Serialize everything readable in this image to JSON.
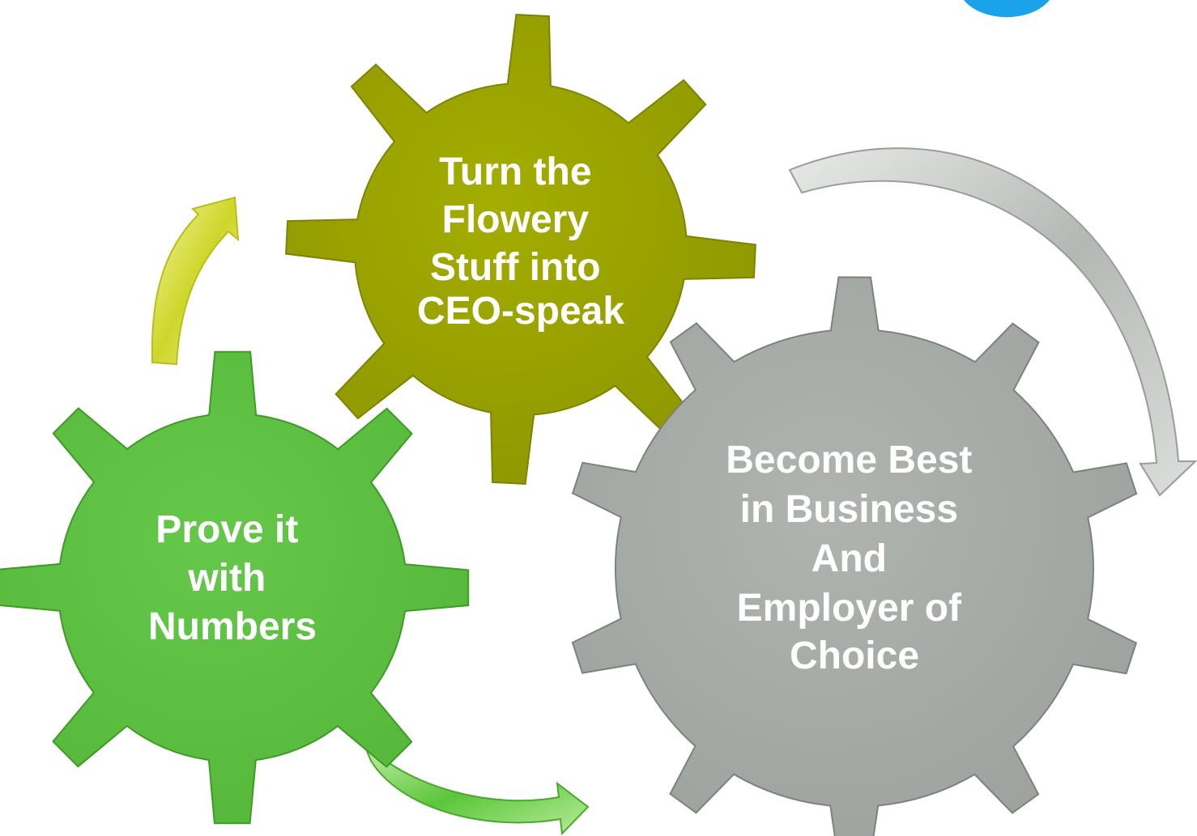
{
  "gears": {
    "olive": {
      "lines": [
        "Turn the",
        "Flowery",
        "Stuff into",
        "CEO-speak"
      ],
      "color": "#9aa300"
    },
    "green": {
      "lines": [
        "Prove it",
        "with",
        "Numbers"
      ],
      "color": "#5dc23f"
    },
    "gray": {
      "lines": [
        "Become Best",
        "in Business",
        "And",
        "Employer of",
        "Choice"
      ],
      "color": "#aaaeaa"
    }
  },
  "arrows": {
    "green_to_olive": {
      "color": "#d9e23a"
    },
    "olive_to_gray": {
      "color": "#c0c4c0"
    },
    "gray_to_green": {
      "color": "#6fd04a"
    }
  },
  "corner_badge_color": "#1aa3e8"
}
